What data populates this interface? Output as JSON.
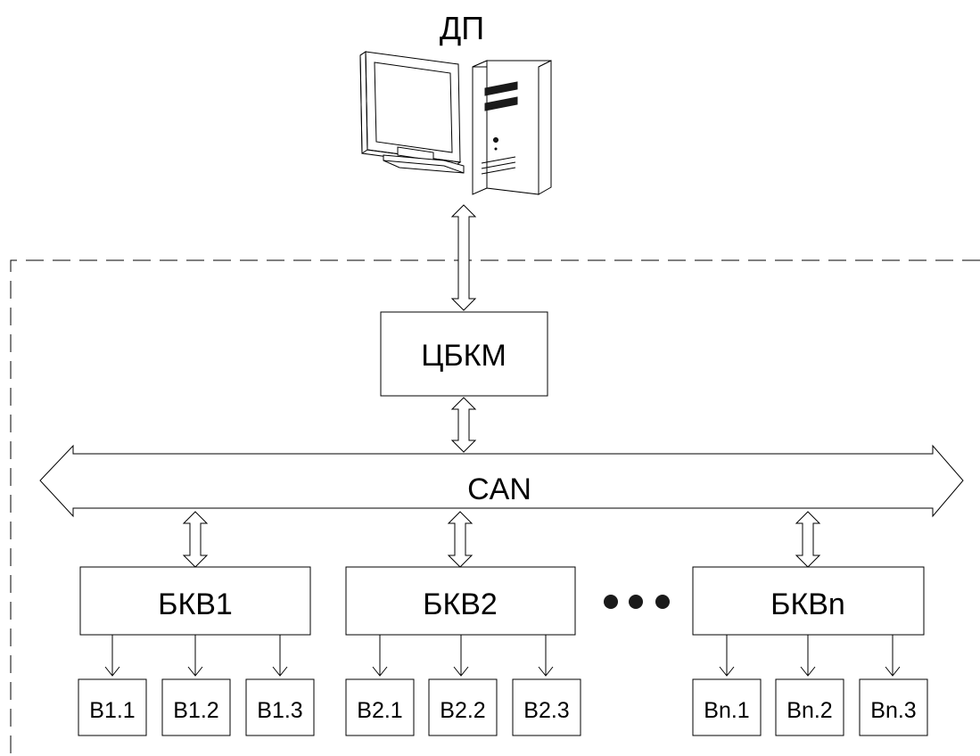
{
  "workstation": {
    "label": "ДП",
    "icon": "computer-icon"
  },
  "central_unit": {
    "label": "ЦБКМ"
  },
  "bus": {
    "label": "CAN"
  },
  "units": [
    {
      "label": "БКВ1",
      "modules": [
        "В1.1",
        "В1.2",
        "В1.3"
      ]
    },
    {
      "label": "БКВ2",
      "modules": [
        "В2.1",
        "В2.2",
        "В2.3"
      ]
    },
    {
      "label": "БКВn",
      "modules": [
        "Вn.1",
        "Вn.2",
        "Вn.3"
      ]
    }
  ],
  "ellipsis_icon": "dots-icon",
  "colors": {
    "stroke": "#000000",
    "background": "#ffffff",
    "dark": "#1a1a1a"
  }
}
